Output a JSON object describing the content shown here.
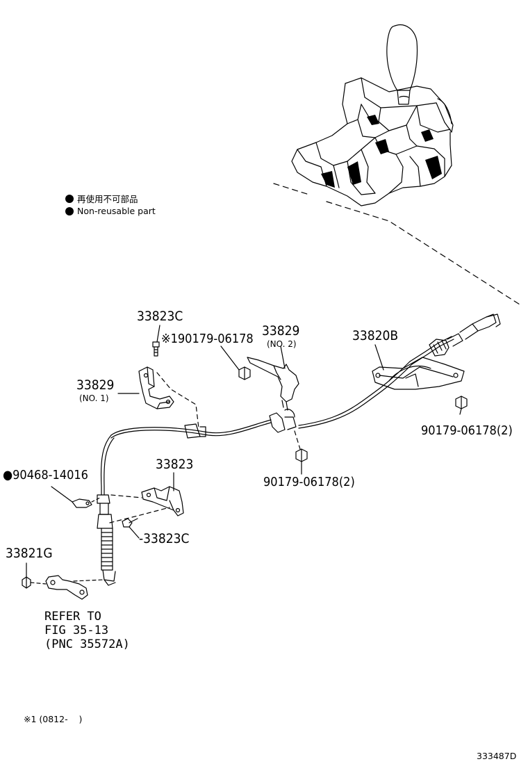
{
  "legend": [
    {
      "marker": "●",
      "text": "再使用不可部品"
    },
    {
      "marker": "●",
      "text": "Non‑reusable part"
    }
  ],
  "parts": {
    "p1_num": "33823C",
    "p2_num": "※190179‑06178",
    "p3_num": "33829",
    "p3_sub": "(NO. 2)",
    "p4_num": "33820B",
    "p5_num": "33829",
    "p5_sub": "(NO. 1)",
    "p6_num": "90179‑06178(2)",
    "p7_num": "33823",
    "p8_num": "●90468‑14016",
    "p9_num": "90179‑06178(2)",
    "p10_num": "‑33823C",
    "p11_num": "33821G"
  },
  "refer_note": [
    "REFER TO",
    "FIG 35‑13",
    "(PNC 35572A)"
  ],
  "footnote": "※1 (0812‑    )",
  "diagram_id": "333487D"
}
